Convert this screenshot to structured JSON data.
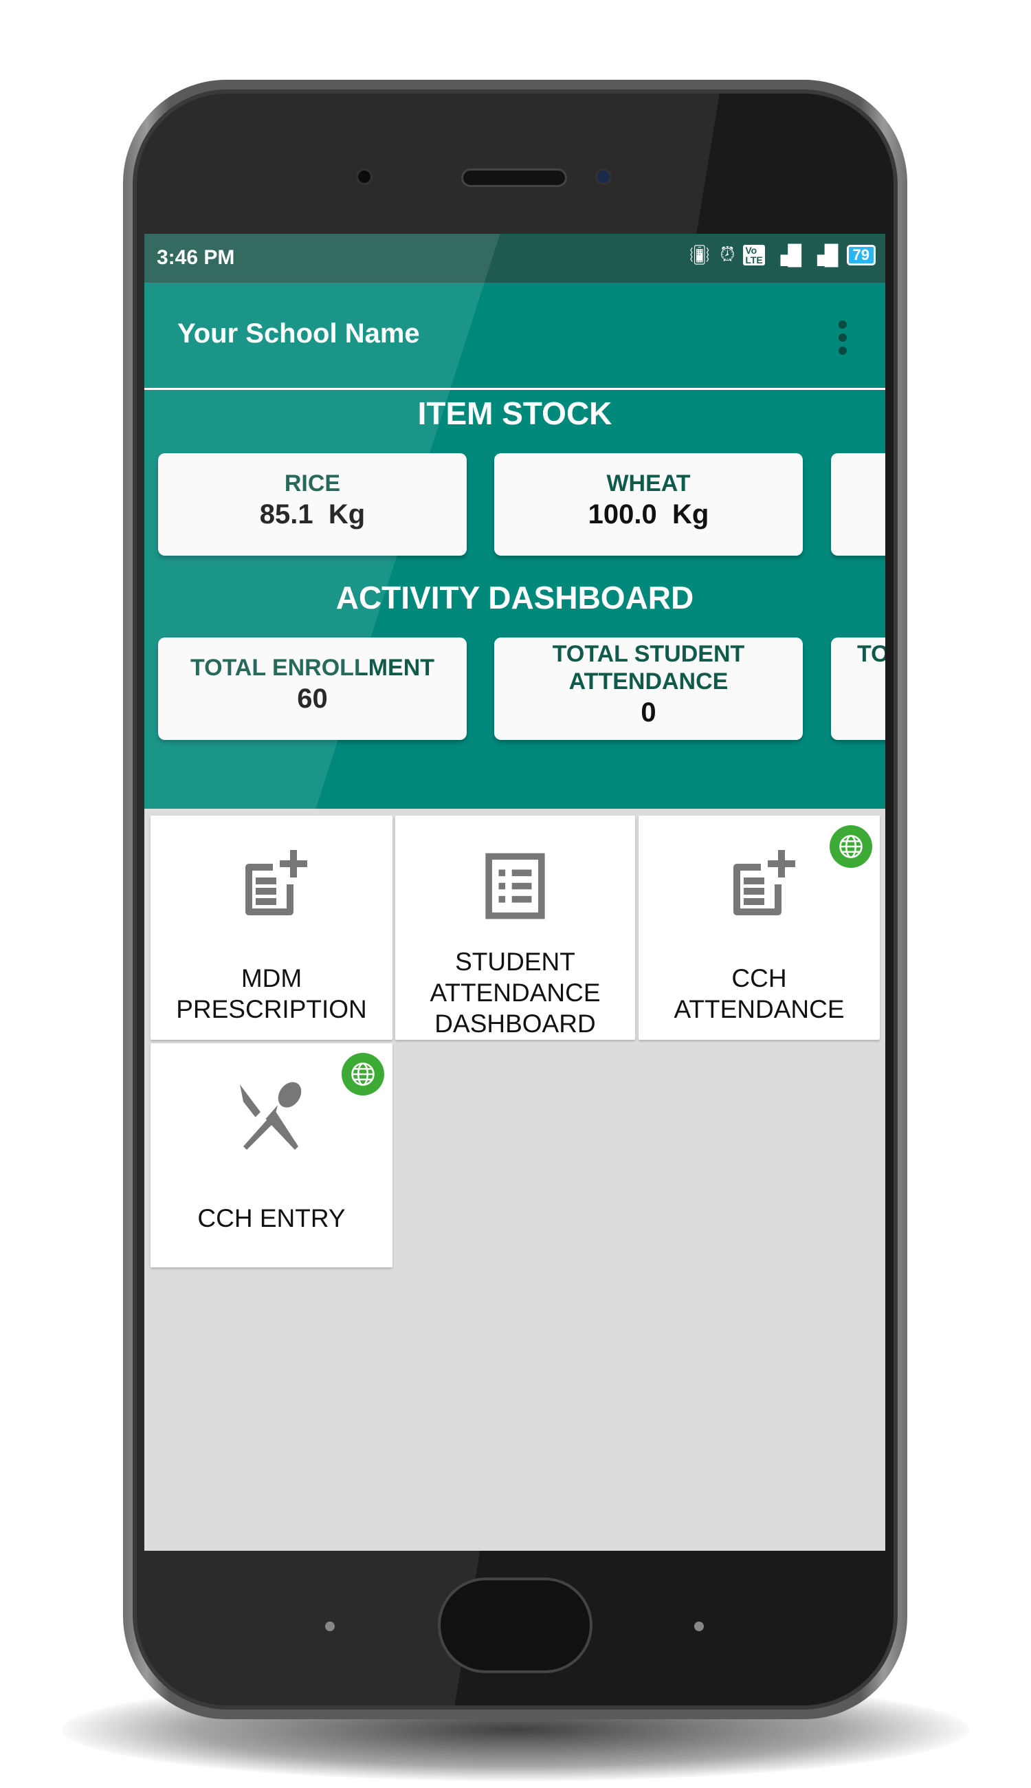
{
  "status_bar": {
    "time": "3:46 PM",
    "battery": "79",
    "icons": [
      "vibrate-icon",
      "alarm-icon",
      "volte-icon",
      "signal-icon",
      "signal-icon",
      "battery-icon"
    ]
  },
  "toolbar": {
    "title": "Your School Name",
    "menu_icon": "more-vert-icon"
  },
  "item_stock": {
    "title": "ITEM STOCK",
    "items": [
      {
        "label": "RICE",
        "value": "85.1",
        "unit": "Kg"
      },
      {
        "label": "WHEAT",
        "value": "100.0",
        "unit": "Kg"
      }
    ]
  },
  "activity_dashboard": {
    "title": "ACTIVITY DASHBOARD",
    "items": [
      {
        "label": "TOTAL ENROLLMENT",
        "value": "60"
      },
      {
        "label": "TOTAL STUDENT ATTENDANCE",
        "value": "0"
      },
      {
        "label": "TO"
      }
    ]
  },
  "tiles": [
    {
      "label_line1": "MDM",
      "label_line2": "PRESCRIPTION",
      "icon": "note-add-icon",
      "online": false
    },
    {
      "label_line1": "STUDENT",
      "label_line2": "ATTENDANCE",
      "label_line3": "DASHBOARD",
      "icon": "list-icon",
      "online": false
    },
    {
      "label_line1": "CCH",
      "label_line2": "ATTENDANCE",
      "icon": "note-add-icon",
      "online": true
    },
    {
      "label_line1": "CCH ENTRY",
      "icon": "knife-spoon-icon",
      "online": true
    }
  ],
  "colors": {
    "primary": "#00897b",
    "status_bar": "#1f5a50",
    "card_label": "#0f5a4a",
    "online_badge": "#3daa35",
    "background": "#dcdcdc"
  }
}
